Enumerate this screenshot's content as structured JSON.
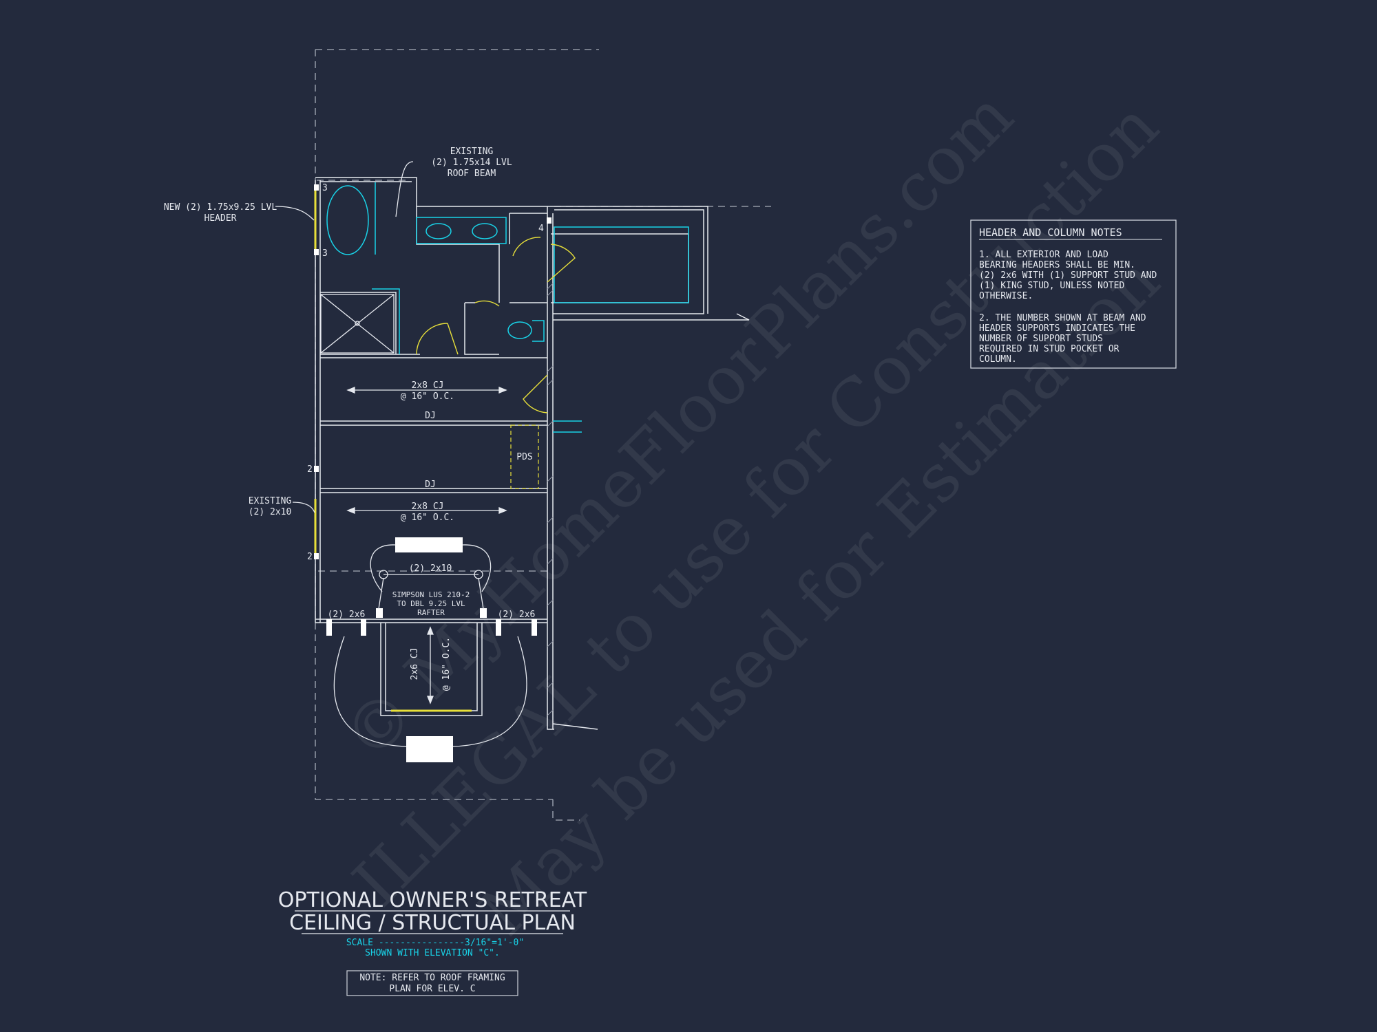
{
  "labels": {
    "existing_beam": [
      "EXISTING",
      "(2) 1.75x14 LVL",
      "ROOF BEAM"
    ],
    "new_header": [
      "NEW (2) 1.75x9.25 LVL",
      "HEADER"
    ],
    "support_3a": "3",
    "support_3b": "3",
    "support_4": "4",
    "support_2a": "2",
    "support_2b": "2",
    "cj_1": [
      "2x8 CJ",
      "@ 16\" O.C."
    ],
    "dj_1": "DJ",
    "pds": "PDS",
    "dj_2": "DJ",
    "cj_2": [
      "2x8 CJ",
      "@ 16\" O.C."
    ],
    "existing_2x10": [
      "EXISTING",
      "(2) 2x10"
    ],
    "header_2x10": "(2) 2x10",
    "simpson": [
      "SIMPSON LUS 210-2",
      "TO DBL 9.25 LVL",
      "RAFTER"
    ],
    "left_2x6": "(2) 2x6",
    "right_2x6": "(2) 2x6",
    "cj_3": [
      "2x6 CJ",
      "@ 16\" O.C."
    ]
  },
  "notes": {
    "title": "HEADER AND COLUMN NOTES",
    "note1": [
      "1. ALL EXTERIOR AND LOAD",
      "BEARING HEADERS SHALL BE MIN.",
      "(2) 2x6 WITH (1) SUPPORT STUD AND",
      "(1) KING STUD, UNLESS NOTED",
      "OTHERWISE."
    ],
    "note2": [
      "2. THE NUMBER SHOWN AT BEAM AND",
      "HEADER SUPPORTS INDICATES THE",
      "NUMBER OF SUPPORT STUDS",
      "REQUIRED IN STUD POCKET OR",
      "COLUMN."
    ]
  },
  "title_block": {
    "line1": "OPTIONAL OWNER'S RETREAT",
    "line2": "CEILING / STRUCTUAL PLAN",
    "scale": "SCALE ----------------3/16\"=1'-0\"",
    "elevation": "SHOWN WITH ELEVATION \"C\".",
    "note": [
      "NOTE: REFER TO ROOF FRAMING",
      "PLAN FOR ELEV. C"
    ]
  },
  "watermark": [
    "© MyHomeFloorPlans.com",
    "ILLEGAL to use for Construction",
    "May be used for Estimation"
  ],
  "colors": {
    "background": "#232a3d",
    "line": "#e6e9ef",
    "accent": "#19d3e8",
    "highlight": "#e8e03a"
  }
}
